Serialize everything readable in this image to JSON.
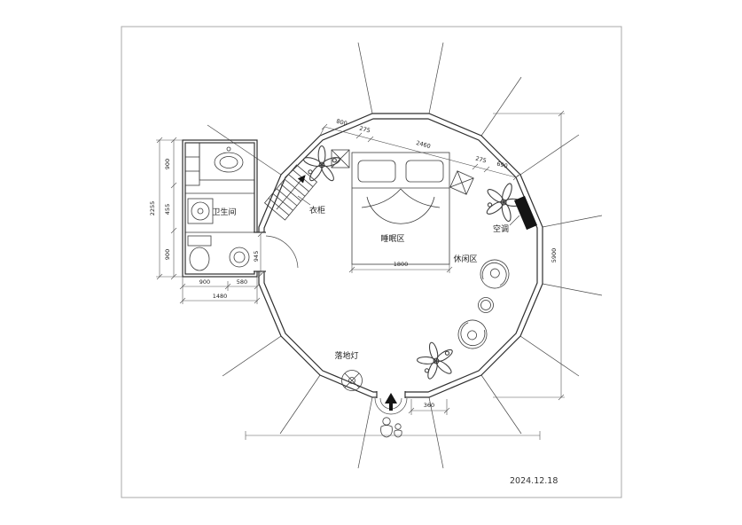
{
  "drawing": {
    "date": "2024.12.18",
    "labels": {
      "wardrobe": "衣柜",
      "bathroom": "卫生间",
      "sleeping_area": "睡眠区",
      "leisure_area": "休闲区",
      "air_conditioner": "空调",
      "floor_lamp": "落地灯"
    },
    "dimensions": {
      "overall_height": "5900",
      "bathroom_total_height": "2255",
      "bathroom_h_seg_1": "900",
      "bathroom_h_seg_2": "455",
      "bathroom_h_seg_3": "900",
      "bathroom_w_seg_1": "900",
      "bathroom_w_seg_2": "580",
      "bathroom_total_width": "1480",
      "door_opening": "945",
      "top_seg_1": "800",
      "top_seg_2": "275",
      "top_seg_3": "2460",
      "top_seg_4": "275",
      "top_seg_5": "690",
      "bed_width": "1800",
      "entry_step": "360"
    }
  }
}
